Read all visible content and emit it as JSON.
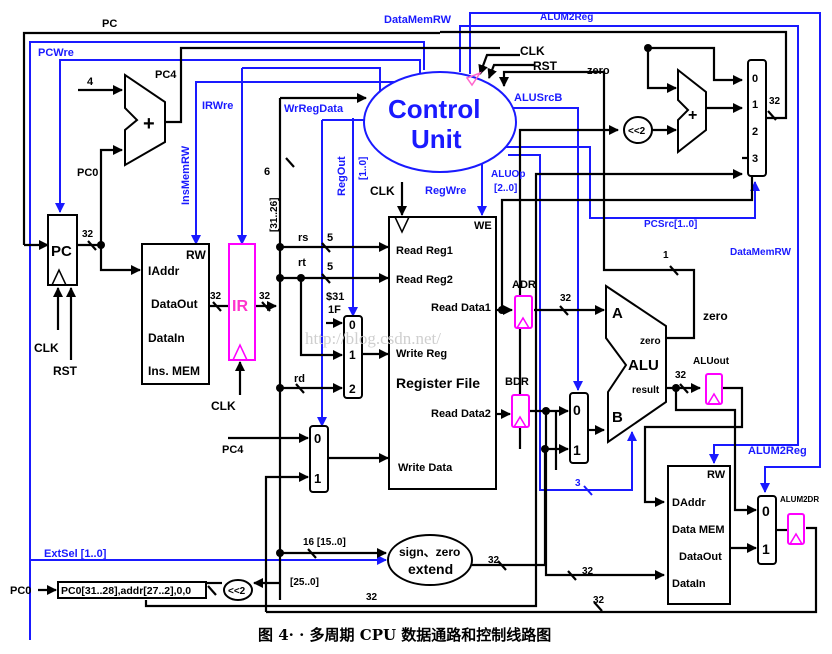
{
  "caption": "图 4· · 多周期 CPU 数据通路和控制线路图",
  "watermark": "http://blog.csdn.net/",
  "colors": {
    "datapath": "#000000",
    "control": "#1a1aff",
    "register": "#ff00ff"
  },
  "control_unit": {
    "line1": "Control",
    "line2": "Unit",
    "clk": "CLK",
    "rst": "RST",
    "zero_in": "zero"
  },
  "control_signals": {
    "pc": "PC",
    "pcwre": "PCWre",
    "insmemrw": "InsMemRW",
    "irwre": "IRWre",
    "wrregdata": "WrRegData",
    "regout": "RegOut",
    "regout_bits": "[1..0]",
    "regwre": "RegWre",
    "aluop": "ALUOp",
    "aluop_bits": "[2..0]",
    "alusrcb": "ALUSrcB",
    "datamemrw_top": "DataMemRW",
    "alum2reg_top": "ALUM2Reg",
    "pcsrc": "PCSrc[1..0]",
    "datamemrw_right": "DataMemRW",
    "alum2reg_right": "ALUM2Reg",
    "extsel": "ExtSel [1..0]"
  },
  "pc_block": {
    "label": "PC",
    "clk": "CLK",
    "rst": "RST",
    "pc0": "PC0",
    "pc4": "PC4",
    "width": "32",
    "const4": "4",
    "plus": "+"
  },
  "ins_mem": {
    "rw": "RW",
    "iaddr": "IAddr",
    "dataout": "DataOut",
    "datain": "DataIn",
    "name": "Ins. MEM",
    "width": "32"
  },
  "ir": {
    "label": "IR",
    "clk": "CLK",
    "width": "32"
  },
  "instr_fields": {
    "op": "6",
    "op_bits": "[31..26]",
    "rs": "rs",
    "rt": "rt",
    "rd": "rd",
    "rs_w": "5",
    "rt_w": "5",
    "r31": "$31",
    "r31_hex": "1F"
  },
  "regout_mux": {
    "in0": "0",
    "in1": "1",
    "in2": "2"
  },
  "reg_file": {
    "clk": "CLK",
    "we": "WE",
    "read_reg1": "Read Reg1",
    "read_reg2": "Read Reg2",
    "read_data1": "Read Data1",
    "write_reg": "Write Reg",
    "name": "Register File",
    "read_data2": "Read Data2",
    "write_data": "Write Data"
  },
  "wrregdata_mux": {
    "in0": "0",
    "in1": "1",
    "pc4": "PC4"
  },
  "adr": {
    "label": "ADR",
    "width": "32"
  },
  "bdr": {
    "label": "BDR"
  },
  "alusrcb_mux": {
    "in0": "0",
    "in1": "1"
  },
  "alu": {
    "a": "A",
    "b": "B",
    "name": "ALU",
    "zero": "zero",
    "result": "result",
    "zero_out": "zero",
    "zero_w": "1",
    "result_w": "32",
    "op_w": "3"
  },
  "aluout": {
    "label": "ALUout"
  },
  "pc_adder2": {
    "plus": "+",
    "shift": "<<2"
  },
  "pcsrc_mux": {
    "in0": "0",
    "in1": "1",
    "in2": "2",
    "in3": "3",
    "width": "32"
  },
  "data_mem": {
    "rw": "RW",
    "daddr": "DAddr",
    "name": "Data MEM",
    "dataout": "DataOut",
    "datain": "DataIn",
    "datain_w": "32"
  },
  "alum2reg_mux": {
    "in0": "0",
    "in1": "1"
  },
  "alum2dr": {
    "label": "ALUM2DR",
    "feedback_w": "32"
  },
  "extend": {
    "line1": "sign、zero",
    "line2": "extend",
    "in_label": "16 [15..0]",
    "out_w": "32"
  },
  "jump": {
    "pc0": "PC0",
    "concat": "PC0[31..28],addr[27..2],0,0",
    "shift": "<<2",
    "bits": "[25..0]",
    "width": "32"
  }
}
